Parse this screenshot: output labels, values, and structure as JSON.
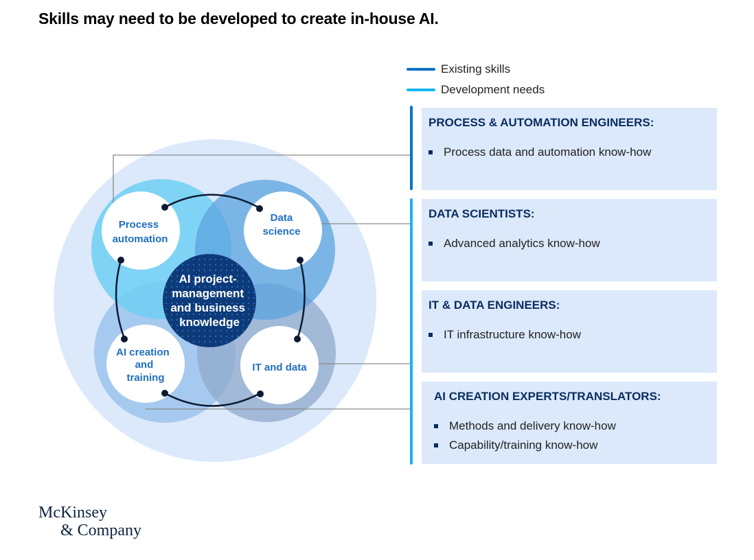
{
  "title": "Skills may need to be developed to create in-house AI.",
  "legend": [
    {
      "label": "Existing skills",
      "color": "#0a72c6"
    },
    {
      "label": "Development needs",
      "color": "#14b6f0"
    }
  ],
  "diagram": {
    "center": {
      "lines": [
        "AI project-",
        "management",
        "and business",
        "knowledge"
      ]
    },
    "nodes": [
      {
        "id": "process",
        "lines": [
          "Process",
          "automation"
        ]
      },
      {
        "id": "data",
        "lines": [
          "Data",
          "science"
        ]
      },
      {
        "id": "ai",
        "lines": [
          "AI creation",
          "and",
          "training"
        ]
      },
      {
        "id": "it",
        "lines": [
          "IT and data"
        ]
      }
    ]
  },
  "cards": [
    {
      "title": "PROCESS & AUTOMATION ENGINEERS:",
      "items": [
        "Process data and automation know-how"
      ],
      "group": "existing"
    },
    {
      "title": "DATA SCIENTISTS:",
      "items": [
        "Advanced analytics know-how"
      ],
      "group": "development"
    },
    {
      "title": "IT & DATA ENGINEERS:",
      "items": [
        "IT infrastructure know-how"
      ],
      "group": "development"
    },
    {
      "title": "AI CREATION EXPERTS/TRANSLATORS:",
      "items": [
        "Methods and delivery know-how",
        "Capability/training know-how"
      ],
      "group": "development"
    }
  ],
  "logo": {
    "line1": "McKinsey",
    "line2": "& Company"
  }
}
